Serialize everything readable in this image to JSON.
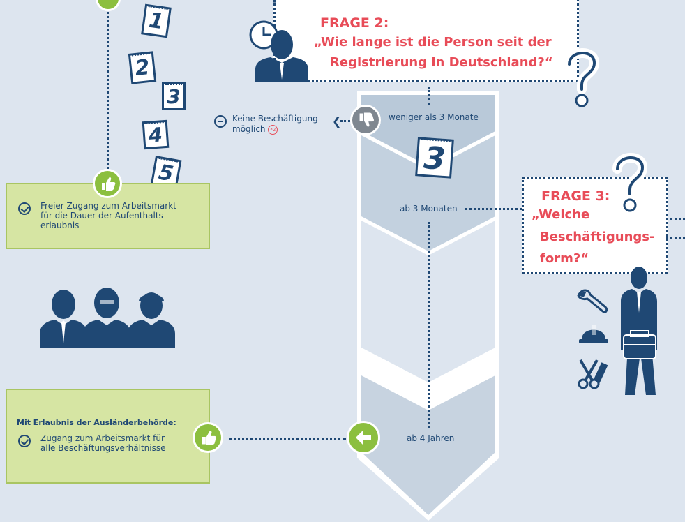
{
  "question2": {
    "title": "FRAGE 2:",
    "line1": "„Wie lange ist die Person seit der",
    "line2": "Registrierung in Deutschland?“"
  },
  "question3": {
    "title": "FRAGE 3:",
    "line1": "„Welche",
    "line2": "Beschäftigungs-",
    "line3": "form?“"
  },
  "calendar_numbers": [
    "1",
    "2",
    "3",
    "4",
    "5"
  ],
  "big_calendar_number": "3",
  "steps": {
    "less_than_3": "weniger als 3 Monate",
    "from_3": "ab 3 Monaten",
    "from_4_years": "ab 4 Jahren"
  },
  "no_employment": {
    "line1": "Keine Beschäftigung",
    "line2": "möglich",
    "footnote": "*2"
  },
  "free_access": {
    "line1": "Freier Zugang zum Arbeitsmarkt",
    "line2": "für die Dauer der Aufenthalts-",
    "line3": "erlaubnis"
  },
  "permission": {
    "heading": "Mit Erlaubnis der Ausländerbehörde:",
    "line1": "Zugang zum Arbeitsmarkt für",
    "line2": "alle Beschäftungsverhältnisse"
  },
  "colors": {
    "navy": "#1f4874",
    "accent_red": "#e84c58",
    "green": "#8cbf3f",
    "green_box": "#d6e5a3",
    "background": "#dde5ef",
    "arrow_band_dark": "#b9c9d9",
    "arrow_band_light": "#dde5ef"
  },
  "icons": [
    "thumbs-up-icon",
    "thumbs-down-icon",
    "clock-icon",
    "question-mark-icon",
    "calendar-icon",
    "wrench-icon",
    "helmet-icon",
    "scissors-comb-icon",
    "minus-circle-icon",
    "check-circle-icon",
    "back-arrow-icon",
    "people-icon",
    "businessman-icon"
  ]
}
